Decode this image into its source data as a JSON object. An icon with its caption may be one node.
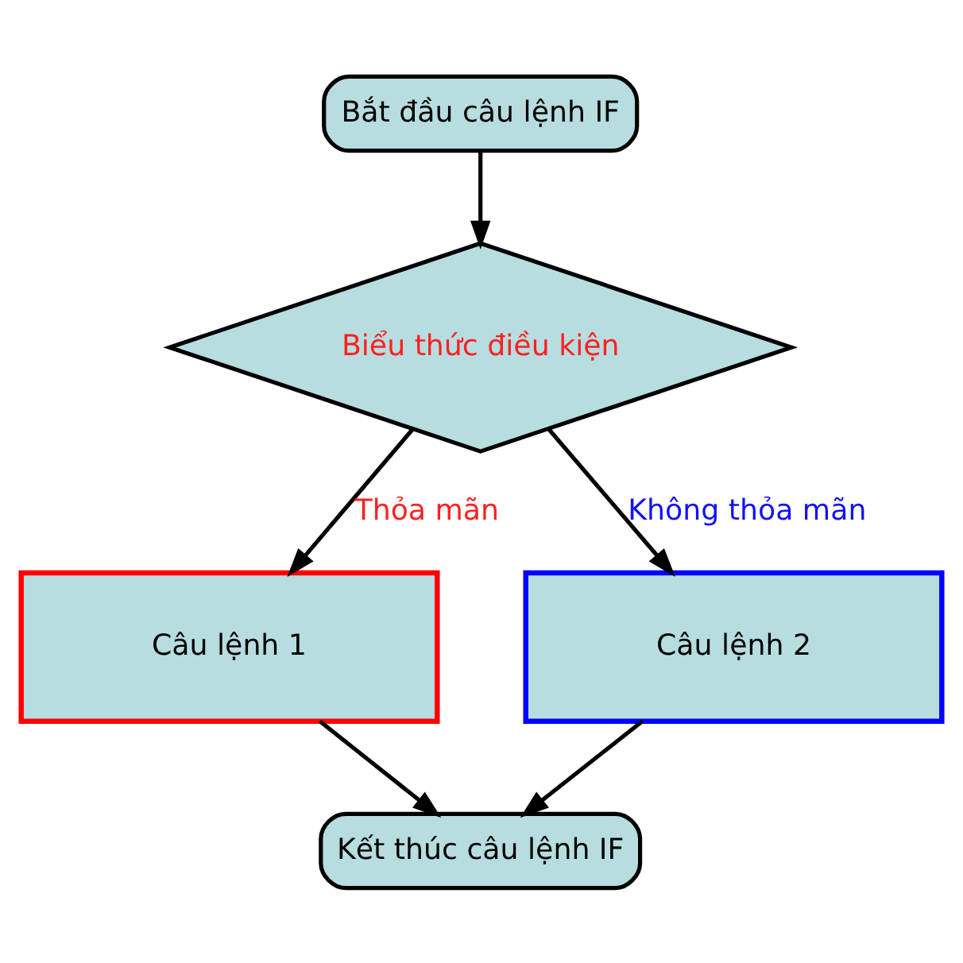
{
  "diagram": {
    "nodes": [
      {
        "text": [
          "Bắt đầu câu lệnh IF"
        ]
      },
      {
        "text": [
          "Biểu thức điều kiện"
        ]
      },
      {
        "text": [
          "Câu lệnh 1"
        ]
      },
      {
        "text": [
          "Câu lệnh 2"
        ]
      },
      {
        "text": [
          "Kết thúc câu lệnh IF"
        ]
      }
    ],
    "edges": [
      {
        "from": 0,
        "to": 1,
        "arrow": "to"
      },
      {
        "from": 1,
        "to": 2,
        "arrow": "to",
        "label": "Thỏa mãn"
      },
      {
        "from": 1,
        "to": 3,
        "arrow": "to",
        "label": "Không thỏa mãn"
      },
      {
        "from": 2,
        "to": 4,
        "arrow": "to"
      },
      {
        "from": 3,
        "to": 4,
        "arrow": "to"
      }
    ]
  }
}
